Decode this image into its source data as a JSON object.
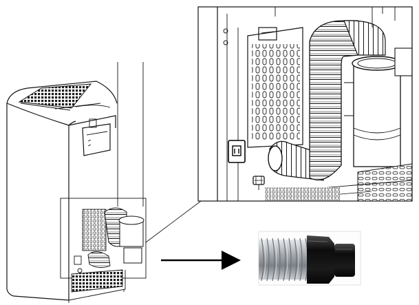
{
  "figure": {
    "background": "#ffffff",
    "ink_color": "#111111",
    "vent_color": "#1a1a1a",
    "photo_hose_color": "#b9bcc0",
    "photo_adapter_color": "#151515",
    "icons": [
      "unit-overview-drawing",
      "detail-zoom-drawing",
      "arrow-right-icon",
      "hose-adapter-photo"
    ]
  }
}
